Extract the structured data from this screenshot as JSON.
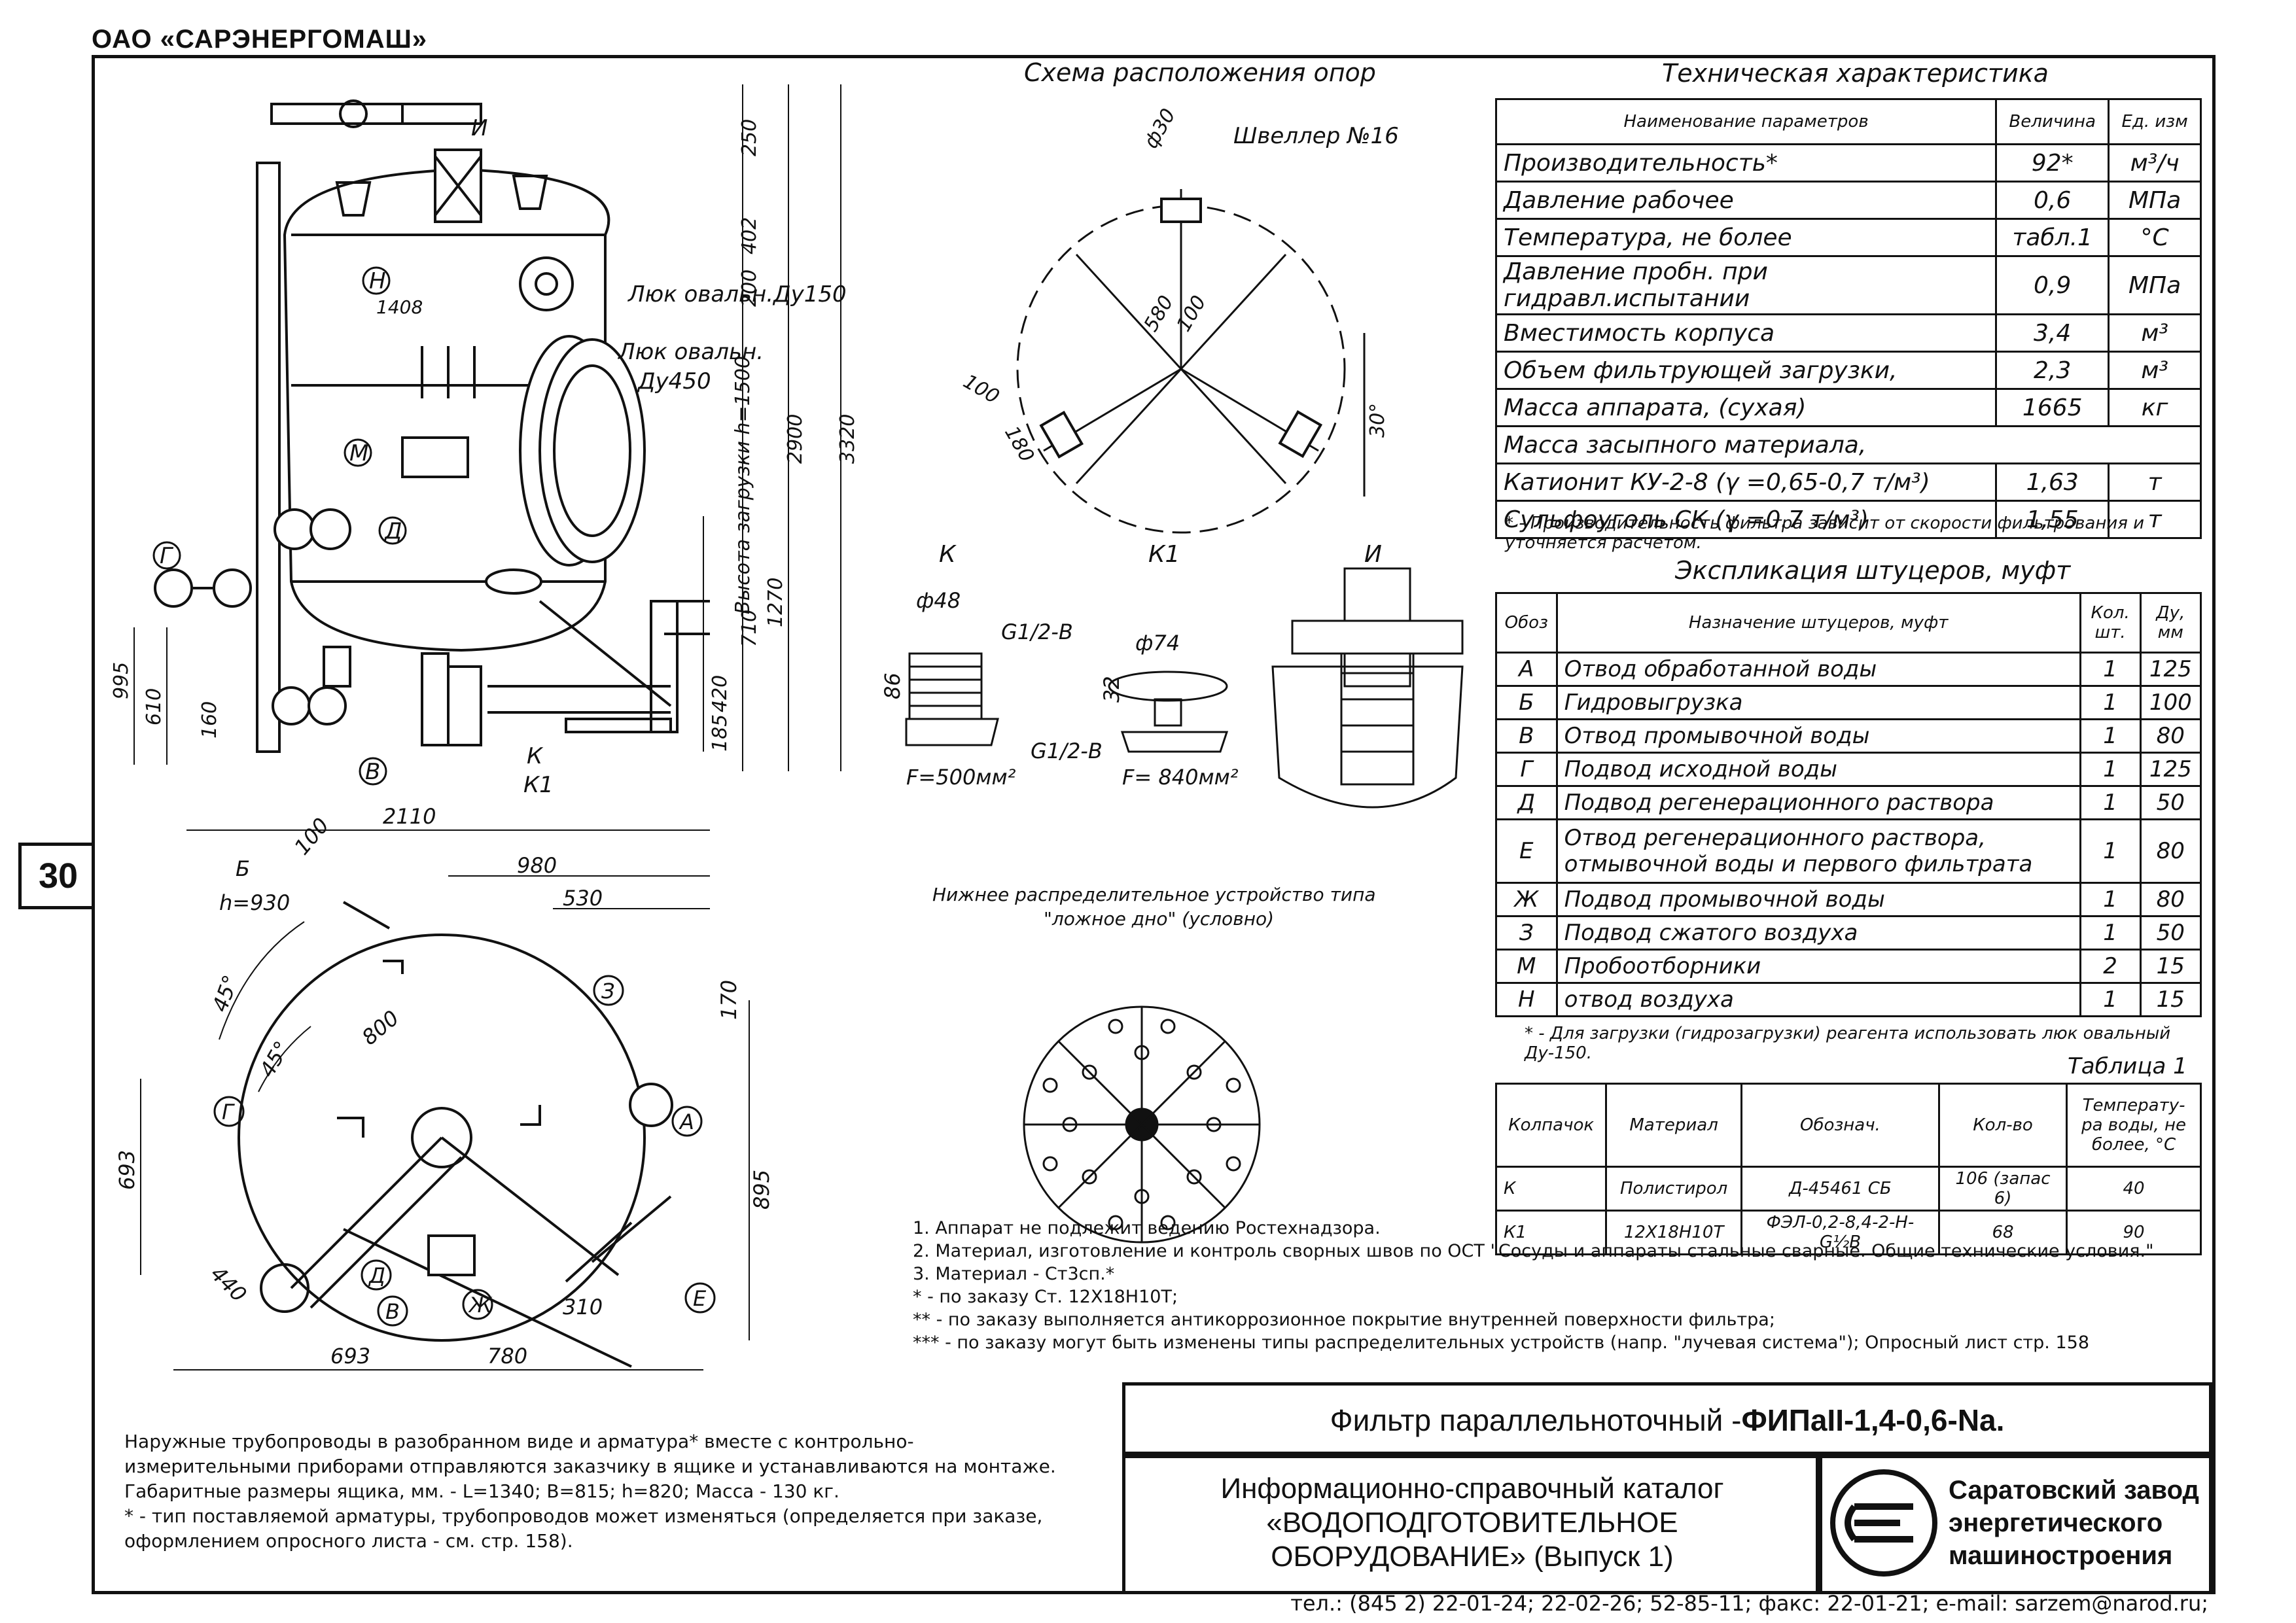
{
  "header": {
    "company": "ОАО «САРЭНЕРГОМАШ»"
  },
  "page_number": "30",
  "drawing": {
    "side_view": {
      "labels": {
        "I": "И",
        "N": "Н",
        "M": "М",
        "D": "Д",
        "G": "Г",
        "V": "В",
        "K": "К",
        "K1": "К1"
      },
      "dims": [
        "250",
        "402",
        "200",
        "2900",
        "3320",
        "1270",
        "710",
        "420",
        "185",
        "995",
        "610",
        "160",
        "1408"
      ],
      "hatch_label": "Люк овальн.Ду150",
      "manhole_label_1": "Люк овальн.",
      "manhole_label_2": "Ду450",
      "load_height": "Высота загрузки h=1500"
    },
    "plan_view": {
      "dims": [
        "2110",
        "980",
        "530",
        "170",
        "800",
        "895",
        "693",
        "440",
        "693",
        "780",
        "310",
        "100",
        "45°",
        "45°"
      ],
      "b_label": "Б",
      "b_height": "h=930",
      "labels": {
        "Z": "З",
        "A": "А",
        "G": "Г",
        "D": "Д",
        "V": "В",
        "Zh": "Ж",
        "E": "Е"
      }
    },
    "supports": {
      "title": "Схема расположения опор",
      "channel": "Швеллер №16",
      "dims": [
        "ф30",
        "580",
        "100",
        "100",
        "180",
        "30°"
      ]
    },
    "details": {
      "K": {
        "title": "К",
        "dia": "ф48",
        "thread": "G1/2-B",
        "height": "86",
        "area": "F=500мм²"
      },
      "K1": {
        "title": "К1",
        "dia": "ф74",
        "thread": "G1/2-B",
        "height": "32",
        "area": "F= 840мм²"
      },
      "I": {
        "title": "И"
      }
    },
    "bottom_device": {
      "line1": "Нижнее распределительное устройство типа",
      "line2": "\"ложное дно\" (условно)"
    }
  },
  "tech": {
    "title": "Техническая характеристика",
    "headers": [
      "Наименование параметров",
      "Величина",
      "Ед. изм"
    ],
    "rows": [
      [
        "Производительность*",
        "92*",
        "м³/ч"
      ],
      [
        "Давление рабочее",
        "0,6",
        "МПа"
      ],
      [
        "Температура, не более",
        "табл.1",
        "°С"
      ],
      [
        "Давление пробн. при гидравл.испытании",
        "0,9",
        "МПа"
      ],
      [
        "Вместимость корпуса",
        "3,4",
        "м³"
      ],
      [
        "Объем фильтрующей загрузки,",
        "2,3",
        "м³"
      ],
      [
        "Масса аппарата, (сухая)",
        "1665",
        "кг"
      ],
      [
        "Масса засыпного материала,",
        "",
        ""
      ],
      [
        "Катионит КУ-2-8 (γ =0,65-0,7 т/м³)",
        "1,63",
        "т"
      ],
      [
        "Сульфоуголь СК (γ =0.7 т/м³)",
        "1,55",
        "т"
      ]
    ],
    "footnote": "* - Производительность фильтра зависит от скорости фильтрования и уточняется расчетом."
  },
  "explication": {
    "title": "Экспликация штуцеров, муфт",
    "headers": [
      "Обоз",
      "Назначение штуцеров, муфт",
      "Кол. шт.",
      "Ду, мм"
    ],
    "rows": [
      [
        "А",
        "Отвод обработанной воды",
        "1",
        "125"
      ],
      [
        "Б",
        "Гидровыгрузка",
        "1",
        "100"
      ],
      [
        "В",
        "Отвод промывочной воды",
        "1",
        "80"
      ],
      [
        "Г",
        "Подвод исходной воды",
        "1",
        "125"
      ],
      [
        "Д",
        "Подвод регенерационного раствора",
        "1",
        "50"
      ],
      [
        "Е",
        "Отвод регенерационного раствора, отмывочной воды и первого фильтрата",
        "1",
        "80"
      ],
      [
        "Ж",
        "Подвод промывочной воды",
        "1",
        "80"
      ],
      [
        "З",
        "Подвод сжатого воздуха",
        "1",
        "50"
      ],
      [
        "М",
        "Пробоотборники",
        "2",
        "15"
      ],
      [
        "Н",
        "отвод воздуха",
        "1",
        "15"
      ]
    ],
    "footnote": "* - Для загрузки (гидрозагрузки) реагента использовать люк овальный Ду-150."
  },
  "caps_table": {
    "title": "Таблица 1",
    "headers": [
      "Колпачок",
      "Материал",
      "Обознач.",
      "Кол-во",
      "Температу-ра воды, не более, °С"
    ],
    "rows": [
      [
        "К",
        "Полистирол",
        "Д-45461 СБ",
        "106 (запас 6)",
        "40"
      ],
      [
        "К1",
        "12Х18Н10Т",
        "ФЭЛ-0,2-8,4-2-Н-G½В",
        "68",
        "90"
      ]
    ]
  },
  "notes": [
    "1. Аппарат не подлежит ведению Ростехнадзора.",
    "2. Материал, изготовление и контроль сворных швов по ОСТ \"Сосуды и аппараты стальные сварные. Общие технические условия.\"",
    "3. Материал - Ст3сп.*",
    "* - по заказу Ст. 12Х18Н10Т;",
    "** - по заказу выполняется антикоррозионное покрытие внутренней поверхности фильтра;",
    "*** - по заказу могут быть изменены типы распределительных устройств (напр. \"лучевая система\"); Опросный лист стр. 158"
  ],
  "shipping_notes": [
    "Наружные трубопроводы в разобранном виде и арматура* вместе с контрольно-",
    "измерительными приборами отправляются заказчику в ящике и устанавливаются на монтаже.",
    "Габаритные размеры ящика, мм. -   L=1340; B=815; h=820; Масса - 130 кг.",
    "* - тип поставляемой арматуры, трубопроводов может изменяться (определяется при заказе,",
    "оформлением опросного листа - см. стр. 158)."
  ],
  "title_block": {
    "title_prefix": "Фильтр параллельноточный - ",
    "title_model": "ФИПаII-1,4-0,6-Na.",
    "catalog_1": "Информационно-справочный каталог",
    "catalog_2": "«ВОДОПОДГОТОВИТЕЛЬНОЕ",
    "catalog_3": "ОБОРУДОВАНИЕ» (Выпуск 1)",
    "factory_1": "Саратовский завод",
    "factory_2": "энергетического",
    "factory_3": "машиностроения"
  },
  "footer": {
    "contacts": "тел.: (845 2) 22-01-24; 22-02-26; 52-85-11; факс: 22-01-21; e-mail: sarzem@narod.ru;"
  }
}
